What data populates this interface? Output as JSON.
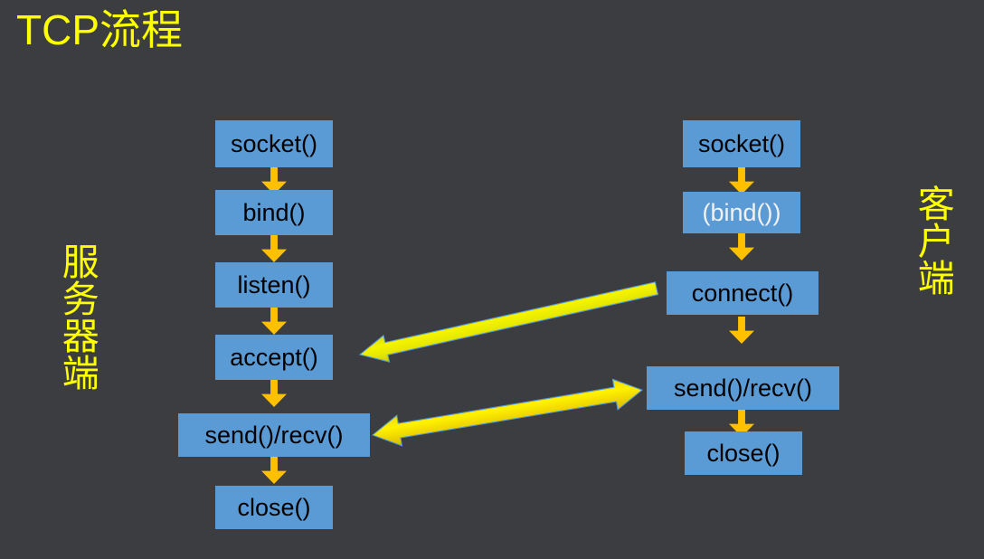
{
  "slide": {
    "title": "TCP流程",
    "background_color": "#3b3d41",
    "title_color": "#FFFF00",
    "node_fill_color": "#5B9BD5",
    "node_text_color": "#000000",
    "down_arrow_color": "#FFC000",
    "link_arrow_color": "#E8E400"
  },
  "labels": {
    "server": "服务器端",
    "client": "客户端"
  },
  "server_flow": {
    "title": "服务器端",
    "steps": [
      {
        "label": "socket()",
        "text_style": "dark"
      },
      {
        "label": "bind()",
        "text_style": "dark"
      },
      {
        "label": "listen()",
        "text_style": "dark"
      },
      {
        "label": "accept()",
        "text_style": "dark"
      },
      {
        "label": "send()/recv()",
        "text_style": "dark"
      },
      {
        "label": "close()",
        "text_style": "dark"
      }
    ]
  },
  "client_flow": {
    "title": "客户端",
    "steps": [
      {
        "label": "socket()",
        "text_style": "dark"
      },
      {
        "label": "(bind())",
        "text_style": "light"
      },
      {
        "label": "connect()",
        "text_style": "dark"
      },
      {
        "label": "send()/recv()",
        "text_style": "dark"
      },
      {
        "label": "close()",
        "text_style": "dark"
      }
    ]
  },
  "links": [
    {
      "name": "connect-to-accept",
      "from": "client.connect()",
      "to": "server.accept()",
      "heads": "single"
    },
    {
      "name": "send-recv-exchange",
      "from": "server.send()/recv()",
      "to": "client.send()/recv()",
      "heads": "double"
    }
  ]
}
